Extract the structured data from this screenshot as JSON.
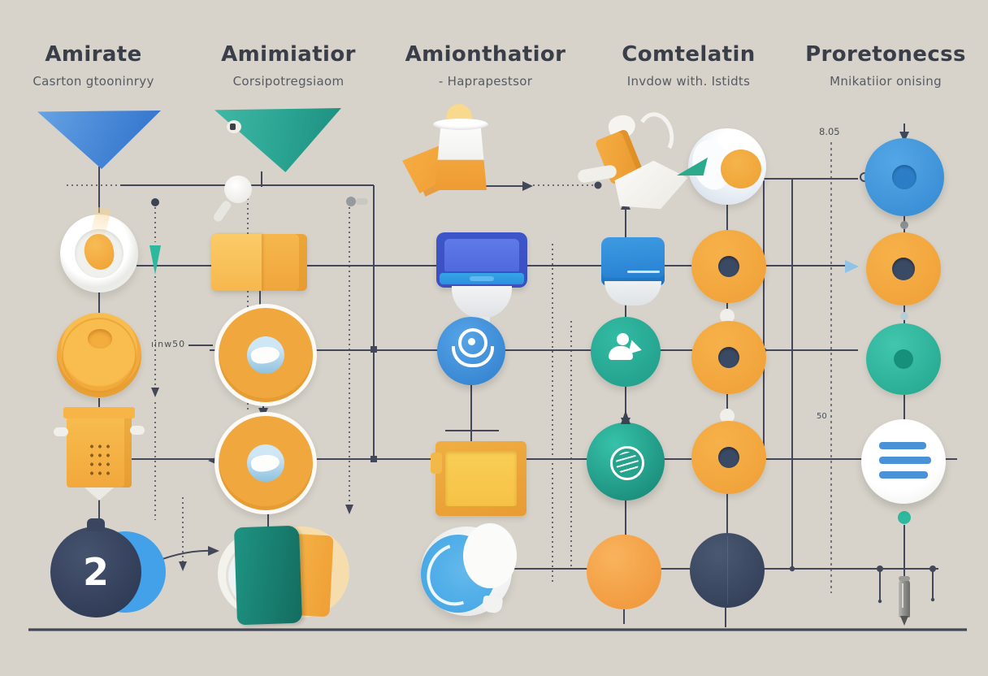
{
  "illustration": {
    "background": "#d7d3ca",
    "line_color": "#42485a",
    "palette": {
      "orange": "#f0a63e",
      "blue": "#3f8fdf",
      "teal": "#28ae97",
      "navy": "#3b4a64",
      "yellow": "#f7c84a"
    }
  },
  "columns": [
    {
      "title": "Amirate",
      "subtitle": "Casrton gtooninryy"
    },
    {
      "title": "Amimiatior",
      "subtitle": "Corsipotregsiaom"
    },
    {
      "title": "Amionthatior",
      "subtitle": "- Haprapestsor"
    },
    {
      "title": "Comtelatin",
      "subtitle": "Invdow with. Istidts"
    },
    {
      "title": "Proretonecss",
      "subtitle": "Mnikatiior onising"
    }
  ],
  "icon_columns": [
    [
      "blue-funnel",
      "plate-with-yolk",
      "orange-disc",
      "orange-counter-box",
      "navy-sphere-numbered"
    ],
    [
      "teal-funnel",
      "yellow-carton-box",
      "orange-ring-badge",
      "orange-ring-badge",
      "book-plate"
    ],
    [
      "paper-lamp",
      "blue-monitor",
      "blue-webcam-circle",
      "yellow-frame",
      "blue-swirl-bubble"
    ],
    [
      "paper-plane-rig",
      "blue-bin",
      "teal-user-circle",
      "teal-globe-sphere",
      "orange-sphere"
    ],
    [
      "egg-sphere",
      "orange-node-circle",
      "orange-node-circle",
      "orange-node-circle",
      "navy-sphere"
    ],
    [
      "blue-node-circle",
      "orange-node-circle",
      "teal-node-circle",
      "white-list-circle",
      "plumb-pen"
    ]
  ],
  "annotations": {
    "sphere_number": "2",
    "measure_label_left": "ıınw50",
    "measure_label_top_right": "8.05",
    "measure_label_mid_right": "50"
  }
}
